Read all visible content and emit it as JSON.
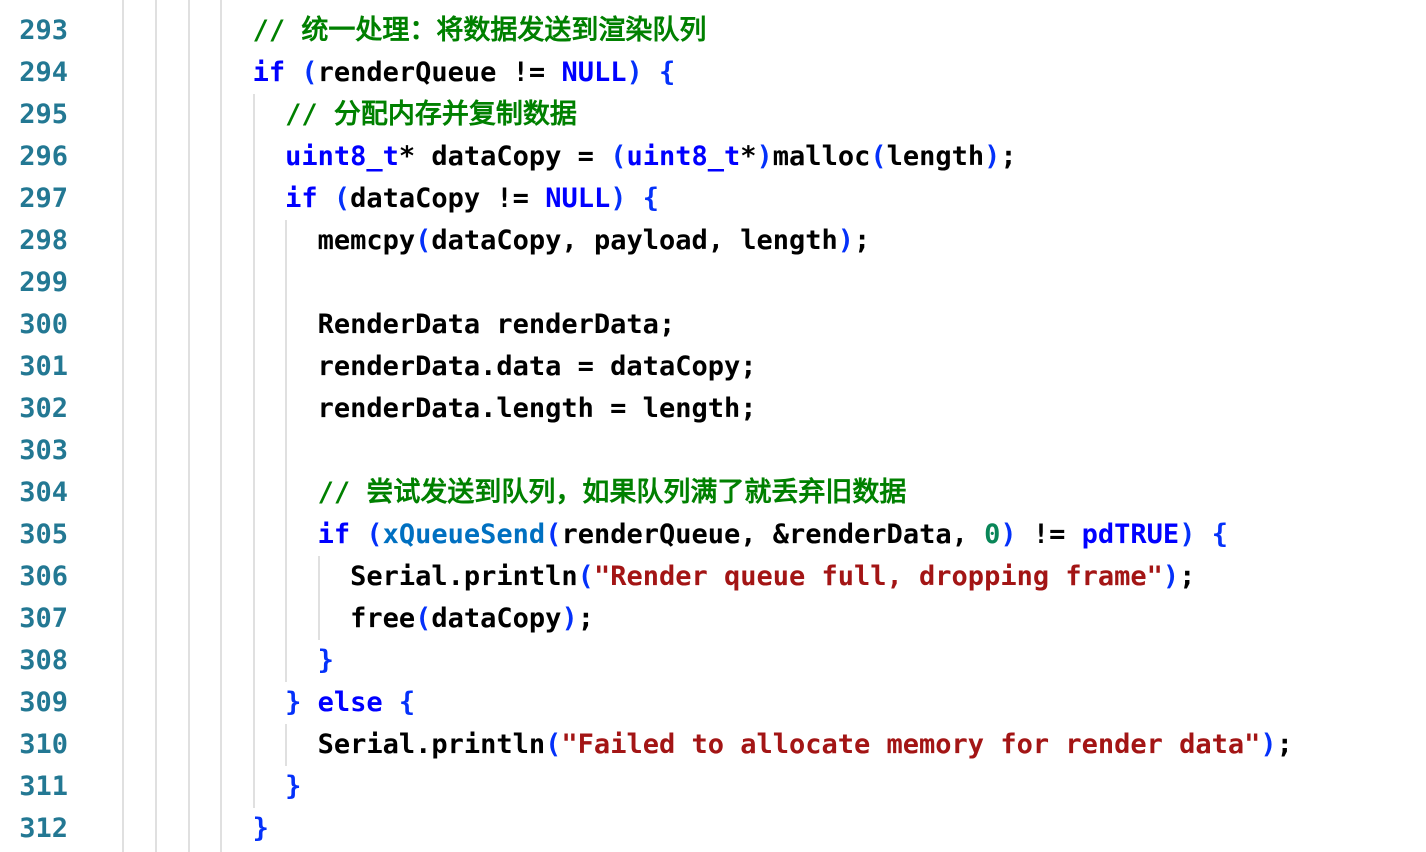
{
  "editor": {
    "colors": {
      "background": "#ffffff",
      "line_number": "#237893",
      "comment": "#008000",
      "keyword": "#0000ff",
      "bracket": "#0431fa",
      "string": "#a31515",
      "number": "#098658",
      "function": "#0070c1",
      "default": "#000000",
      "indent_guide": "#e0e0e0"
    },
    "lines": [
      {
        "number": 293,
        "tokens": [
          {
            "text": "          ",
            "type": "default"
          },
          {
            "text": "// 统一处理：将数据发送到渲染队列",
            "type": "comment"
          }
        ]
      },
      {
        "number": 294,
        "tokens": [
          {
            "text": "          ",
            "type": "default"
          },
          {
            "text": "if",
            "type": "keyword"
          },
          {
            "text": " ",
            "type": "default"
          },
          {
            "text": "(",
            "type": "bracket"
          },
          {
            "text": "renderQueue != ",
            "type": "default"
          },
          {
            "text": "NULL",
            "type": "keyword"
          },
          {
            "text": ")",
            "type": "bracket"
          },
          {
            "text": " ",
            "type": "default"
          },
          {
            "text": "{",
            "type": "bracket"
          }
        ]
      },
      {
        "number": 295,
        "tokens": [
          {
            "text": "            ",
            "type": "default"
          },
          {
            "text": "// 分配内存并复制数据",
            "type": "comment"
          }
        ]
      },
      {
        "number": 296,
        "tokens": [
          {
            "text": "            ",
            "type": "default"
          },
          {
            "text": "uint8_t",
            "type": "keyword"
          },
          {
            "text": "* dataCopy = ",
            "type": "default"
          },
          {
            "text": "(",
            "type": "bracket"
          },
          {
            "text": "uint8_t",
            "type": "keyword"
          },
          {
            "text": "*",
            "type": "default"
          },
          {
            "text": ")",
            "type": "bracket"
          },
          {
            "text": "malloc",
            "type": "default"
          },
          {
            "text": "(",
            "type": "bracket"
          },
          {
            "text": "length",
            "type": "default"
          },
          {
            "text": ")",
            "type": "bracket"
          },
          {
            "text": ";",
            "type": "default"
          }
        ]
      },
      {
        "number": 297,
        "tokens": [
          {
            "text": "            ",
            "type": "default"
          },
          {
            "text": "if",
            "type": "keyword"
          },
          {
            "text": " ",
            "type": "default"
          },
          {
            "text": "(",
            "type": "bracket"
          },
          {
            "text": "dataCopy != ",
            "type": "default"
          },
          {
            "text": "NULL",
            "type": "keyword"
          },
          {
            "text": ")",
            "type": "bracket"
          },
          {
            "text": " ",
            "type": "default"
          },
          {
            "text": "{",
            "type": "bracket"
          }
        ]
      },
      {
        "number": 298,
        "tokens": [
          {
            "text": "              ",
            "type": "default"
          },
          {
            "text": "memcpy",
            "type": "default"
          },
          {
            "text": "(",
            "type": "bracket"
          },
          {
            "text": "dataCopy, payload, length",
            "type": "default"
          },
          {
            "text": ")",
            "type": "bracket"
          },
          {
            "text": ";",
            "type": "default"
          }
        ]
      },
      {
        "number": 299,
        "tokens": []
      },
      {
        "number": 300,
        "tokens": [
          {
            "text": "              RenderData renderData;",
            "type": "default"
          }
        ]
      },
      {
        "number": 301,
        "tokens": [
          {
            "text": "              renderData.data = dataCopy;",
            "type": "default"
          }
        ]
      },
      {
        "number": 302,
        "tokens": [
          {
            "text": "              renderData.length = length;",
            "type": "default"
          }
        ]
      },
      {
        "number": 303,
        "tokens": []
      },
      {
        "number": 304,
        "tokens": [
          {
            "text": "              ",
            "type": "default"
          },
          {
            "text": "// 尝试发送到队列，如果队列满了就丢弃旧数据",
            "type": "comment"
          }
        ]
      },
      {
        "number": 305,
        "tokens": [
          {
            "text": "              ",
            "type": "default"
          },
          {
            "text": "if",
            "type": "keyword"
          },
          {
            "text": " ",
            "type": "default"
          },
          {
            "text": "(",
            "type": "bracket"
          },
          {
            "text": "xQueueSend",
            "type": "function"
          },
          {
            "text": "(",
            "type": "bracket"
          },
          {
            "text": "renderQueue, &renderData, ",
            "type": "default"
          },
          {
            "text": "0",
            "type": "number"
          },
          {
            "text": ")",
            "type": "bracket"
          },
          {
            "text": " != ",
            "type": "default"
          },
          {
            "text": "pdTRUE",
            "type": "keyword"
          },
          {
            "text": ")",
            "type": "bracket"
          },
          {
            "text": " ",
            "type": "default"
          },
          {
            "text": "{",
            "type": "bracket"
          }
        ]
      },
      {
        "number": 306,
        "tokens": [
          {
            "text": "                ",
            "type": "default"
          },
          {
            "text": "Serial.println",
            "type": "default"
          },
          {
            "text": "(",
            "type": "bracket"
          },
          {
            "text": "\"Render queue full, dropping frame\"",
            "type": "string"
          },
          {
            "text": ")",
            "type": "bracket"
          },
          {
            "text": ";",
            "type": "default"
          }
        ]
      },
      {
        "number": 307,
        "tokens": [
          {
            "text": "                ",
            "type": "default"
          },
          {
            "text": "free",
            "type": "default"
          },
          {
            "text": "(",
            "type": "bracket"
          },
          {
            "text": "dataCopy",
            "type": "default"
          },
          {
            "text": ")",
            "type": "bracket"
          },
          {
            "text": ";",
            "type": "default"
          }
        ]
      },
      {
        "number": 308,
        "tokens": [
          {
            "text": "              ",
            "type": "default"
          },
          {
            "text": "}",
            "type": "bracket"
          }
        ]
      },
      {
        "number": 309,
        "tokens": [
          {
            "text": "            ",
            "type": "default"
          },
          {
            "text": "}",
            "type": "bracket"
          },
          {
            "text": " ",
            "type": "default"
          },
          {
            "text": "else",
            "type": "keyword"
          },
          {
            "text": " ",
            "type": "default"
          },
          {
            "text": "{",
            "type": "bracket"
          }
        ]
      },
      {
        "number": 310,
        "tokens": [
          {
            "text": "              ",
            "type": "default"
          },
          {
            "text": "Serial.println",
            "type": "default"
          },
          {
            "text": "(",
            "type": "bracket"
          },
          {
            "text": "\"Failed to allocate memory for render data\"",
            "type": "string"
          },
          {
            "text": ")",
            "type": "bracket"
          },
          {
            "text": ";",
            "type": "default"
          }
        ]
      },
      {
        "number": 311,
        "tokens": [
          {
            "text": "            ",
            "type": "default"
          },
          {
            "text": "}",
            "type": "bracket"
          }
        ]
      },
      {
        "number": 312,
        "tokens": [
          {
            "text": "          ",
            "type": "default"
          },
          {
            "text": "}",
            "type": "bracket"
          }
        ]
      }
    ]
  }
}
